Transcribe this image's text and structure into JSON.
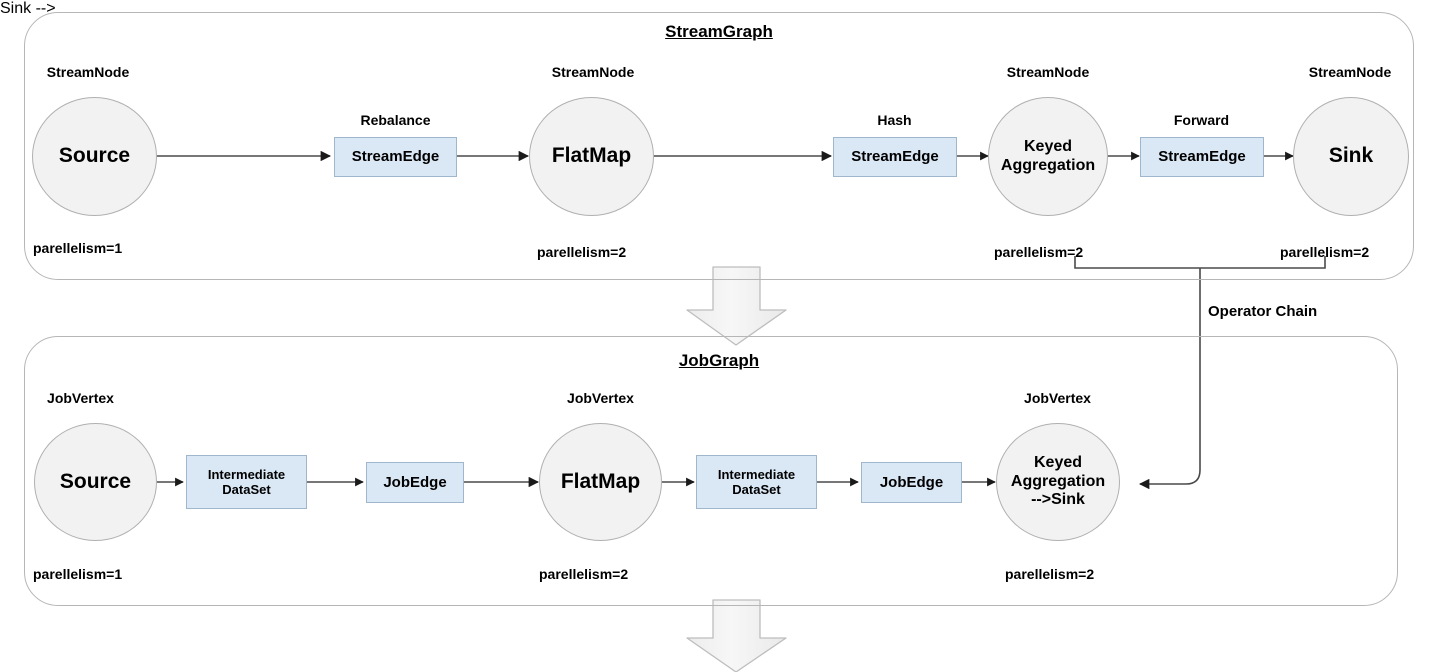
{
  "diagram": {
    "title": "Flink StreamGraph to JobGraph transformation",
    "colors": {
      "ellipse_fill": "#f2f2f2",
      "ellipse_stroke": "#b0b0b0",
      "box_fill": "#dae8f6",
      "box_stroke": "#9fb6cd",
      "panel_stroke": "#b6b6b6",
      "arrow_stroke": "#3b3b3b",
      "big_arrow_fill": "#f0f0f0",
      "big_arrow_stroke": "#b9b9b9"
    }
  },
  "streamgraph": {
    "title": "StreamGraph",
    "node_caption": "StreamNode",
    "nodes": [
      {
        "label": "Source",
        "caption": "StreamNode",
        "parallelism": "parellelism=1"
      },
      {
        "label": "FlatMap",
        "caption": "StreamNode",
        "parallelism": "parellelism=2"
      },
      {
        "label": "Keyed\nAggregation",
        "caption": "StreamNode",
        "parallelism": "parellelism=2"
      },
      {
        "label": "Sink",
        "caption": "StreamNode",
        "parallelism": "parellelism=2"
      }
    ],
    "node_labels": {
      "source": "Source",
      "flatmap": "FlatMap",
      "keyed_aggregation_line1": "Keyed",
      "keyed_aggregation_line2": "Aggregation",
      "sink": "Sink"
    },
    "captions": {
      "source": "StreamNode",
      "flatmap": "StreamNode",
      "keyed": "StreamNode",
      "sink": "StreamNode"
    },
    "parallelism": {
      "source": "parellelism=1",
      "flatmap": "parellelism=2",
      "keyed": "parellelism=2",
      "sink": "parellelism=2"
    },
    "edges": [
      {
        "label": "StreamEdge",
        "caption": "Rebalance"
      },
      {
        "label": "StreamEdge",
        "caption": "Hash"
      },
      {
        "label": "StreamEdge",
        "caption": "Forward"
      }
    ],
    "edge_labels": {
      "rebalance_box": "StreamEdge",
      "rebalance_caption": "Rebalance",
      "hash_box": "StreamEdge",
      "hash_caption": "Hash",
      "forward_box": "StreamEdge",
      "forward_caption": "Forward"
    }
  },
  "annotations": {
    "operator_chain": "Operator Chain"
  },
  "jobgraph": {
    "title": "JobGraph",
    "node_caption": "JobVertex",
    "node_labels": {
      "source": "Source",
      "flatmap": "FlatMap",
      "keyed_line1": "Keyed",
      "keyed_line2": "Aggregation",
      "keyed_line3": "-->Sink"
    },
    "captions": {
      "source": "JobVertex",
      "flatmap": "JobVertex",
      "keyed": "JobVertex"
    },
    "parallelism": {
      "source": "parellelism=1",
      "flatmap": "parellelism=2",
      "keyed": "parellelism=2"
    },
    "edge_labels": {
      "ids1_line1": "Intermediate",
      "ids1_line2": "DataSet",
      "jobedge1": "JobEdge",
      "ids2_line1": "Intermediate",
      "ids2_line2": "DataSet",
      "jobedge2": "JobEdge"
    }
  }
}
